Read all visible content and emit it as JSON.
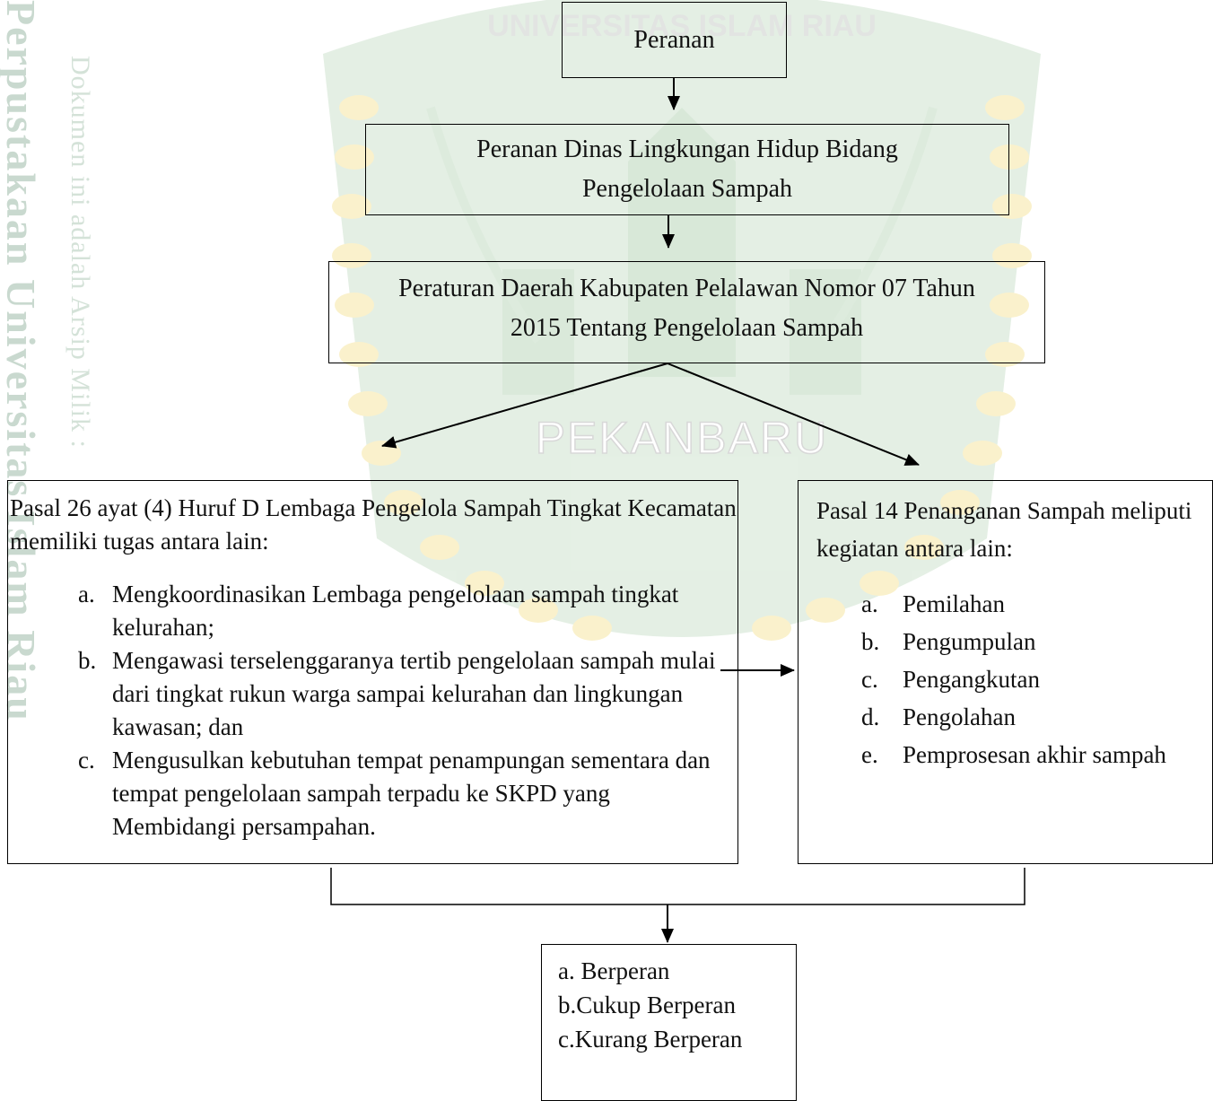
{
  "watermark": {
    "library_text": "Perpustakaan Universitas Islam Riau",
    "archive_text": "Dokumen ini adalah Arsip Milik :",
    "emblem_text_top": "UNIVERSITAS ISLAM RIAU",
    "emblem_text_bottom": "PEKANBARU",
    "emblem_color": "#2e7d32",
    "emblem_accent_color": "#f5c518"
  },
  "boxes": {
    "peranan": {
      "text": "Peranan"
    },
    "dinas": {
      "line1": "Peranan Dinas Lingkungan Hidup Bidang",
      "line2": "Pengelolaan Sampah"
    },
    "perda": {
      "line1": "Peraturan Daerah Kabupaten Pelalawan Nomor 07 Tahun",
      "line2": "2015 Tentang Pengelolaan Sampah"
    },
    "pasal26": {
      "intro": "Pasal 26 ayat (4) Huruf D Lembaga Pengelola Sampah Tingkat Kecamatan memiliki tugas antara lain:",
      "items": [
        {
          "marker": "a.",
          "text": "Mengkoordinasikan Lembaga pengelolaan sampah tingkat kelurahan;"
        },
        {
          "marker": "b.",
          "text": "Mengawasi terselenggaranya tertib pengelolaan sampah mulai dari tingkat rukun warga sampai kelurahan dan lingkungan kawasan; dan"
        },
        {
          "marker": "c.",
          "text": "Mengusulkan kebutuhan tempat penampungan sementara dan tempat pengelolaan sampah terpadu ke SKPD yang Membidangi persampahan."
        }
      ]
    },
    "pasal14": {
      "intro": "Pasal 14 Penanganan Sampah meliputi kegiatan antara lain:",
      "items": [
        {
          "marker": "a.",
          "text": "Pemilahan"
        },
        {
          "marker": "b.",
          "text": "Pengumpulan"
        },
        {
          "marker": "c.",
          "text": "Pengangkutan"
        },
        {
          "marker": "d.",
          "text": "Pengolahan"
        },
        {
          "marker": "e.",
          "text": "Pemprosesan akhir sampah"
        }
      ]
    },
    "result": {
      "lines": [
        "a. Berperan",
        "b.Cukup Berperan",
        "c.Kurang Berperan"
      ]
    }
  }
}
